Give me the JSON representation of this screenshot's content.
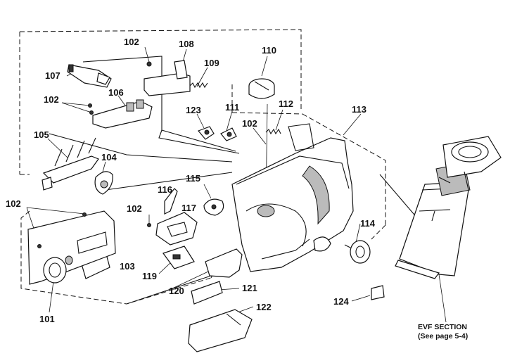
{
  "labels": {
    "p101": "101",
    "p102a": "102",
    "p102b": "102",
    "p102c": "102",
    "p102d": "102",
    "p102e": "102",
    "p103": "103",
    "p104": "104",
    "p105": "105",
    "p106": "106",
    "p107": "107",
    "p108": "108",
    "p109": "109",
    "p110": "110",
    "p111": "111",
    "p112": "112",
    "p113": "113",
    "p114": "114",
    "p115": "115",
    "p116": "116",
    "p117": "117",
    "p119": "119",
    "p120": "120",
    "p121": "121",
    "p122": "122",
    "p123": "123",
    "p124": "124"
  },
  "evf_note": {
    "line1": "EVF SECTION",
    "line2": "(See page 5-4)"
  }
}
